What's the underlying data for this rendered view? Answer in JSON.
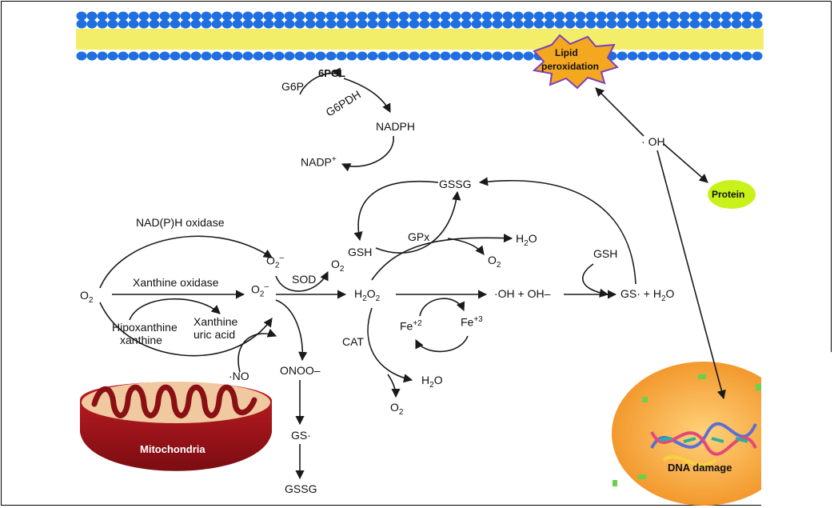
{
  "colors": {
    "membrane_head": "#1f6fe0",
    "membrane_tail": "#f3ee6a",
    "lipid_star": "#f4a81f",
    "lipid_star_edge": "#7a3fbf",
    "protein": "#c9f21a",
    "mito_outer": "#a0121a",
    "mito_inner": "#f0c9a0",
    "nucleus": "#f2a23a",
    "arrow": "#1a1a1a"
  },
  "labels": {
    "lipid_peroxidation_1": "Lipid",
    "lipid_peroxidation_2": "peroxidation",
    "pgl": "6PGL",
    "g6p": "G6P",
    "g6pdh": "G6PDH",
    "nadph": "NADPH",
    "nadp": "NADP",
    "nadp_sup": "+",
    "gssg_top": "GSSG",
    "oh_radical": "OH",
    "oh_dot": "·",
    "protein": "Protein",
    "nadph_oxidase": "NAD(P)H oxidase",
    "gsh_left": "GSH",
    "gpx": "GPx",
    "h2o_top": "H",
    "h2o_top_sub": "2",
    "h2o_top_end": "O",
    "gsh_right": "GSH",
    "o2_sod_top": "O",
    "o2_sod_top_sub": "2",
    "o2_sod_top_sup": "–",
    "sod": "SOD",
    "o2_from_sod": "O",
    "o2_from_sod_sub": "2",
    "o2_from_gpx": "O",
    "o2_from_gpx_sub": "2",
    "o2_left": "O",
    "o2_left_sub": "2",
    "xanthine_oxidase": "Xanthine oxidase",
    "superoxide": "O",
    "superoxide_sub": "2",
    "superoxide_sup": "–",
    "h2o2": "H",
    "h2o2_sub1": "2",
    "h2o2_mid": "O",
    "h2o2_sub2": "2",
    "oh_oh": "·OH + OH–",
    "gs_h2o": "GS· + H",
    "gs_h2o_sub": "2",
    "gs_h2o_end": "O",
    "hipoxanthine": "Hipoxanthine",
    "xanthine_left": "xanthine",
    "xanthine_right": "Xanthine",
    "uric_acid": "uric acid",
    "fe2": "Fe",
    "fe2_sup": "+2",
    "fe3": "Fe",
    "fe3_sup": "+3",
    "cat": "CAT",
    "no": "·NO",
    "onoo": "ONOO–",
    "h2o_cat": "H",
    "h2o_cat_sub": "2",
    "h2o_cat_end": "O",
    "o2_cat": "O",
    "o2_cat_sub": "2",
    "mitochondria": "Mitochondria",
    "gs_bottom": "GS·",
    "gssg_bottom": "GSSG",
    "dna_damage": "DNA damage"
  }
}
